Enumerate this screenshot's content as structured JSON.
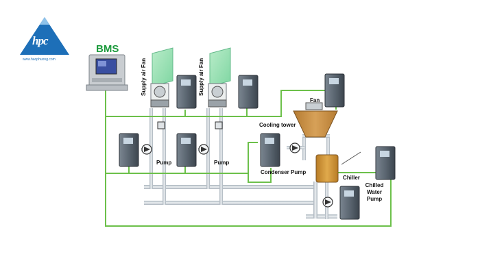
{
  "logo": {
    "mark_text": "hpc",
    "url": "www.haophuong.com"
  },
  "labels": {
    "bms": "BMS",
    "supply_fan_1": "Supply air Fan",
    "supply_fan_2": "Supply air Fan",
    "fan": "Fan",
    "cooling_tower": "Cooling tower",
    "pump_1": "Pump",
    "pump_2": "Pump",
    "condenser_pump": "Condenser Pump",
    "chiller": "Chiller",
    "chilled_water_pump_1": "Chilled",
    "chilled_water_pump_2": "Water",
    "chilled_water_pump_3": "Pump"
  },
  "colors": {
    "control_line": "#6cc04a",
    "pipe": "#c9d1d8",
    "vfd_body": "#59646f",
    "coil": "#96e0b4",
    "tower": "#c58f43",
    "chiller": "#d39a38",
    "logo_blue": "#1d6fb8",
    "bms_text": "#1c9a3c"
  }
}
